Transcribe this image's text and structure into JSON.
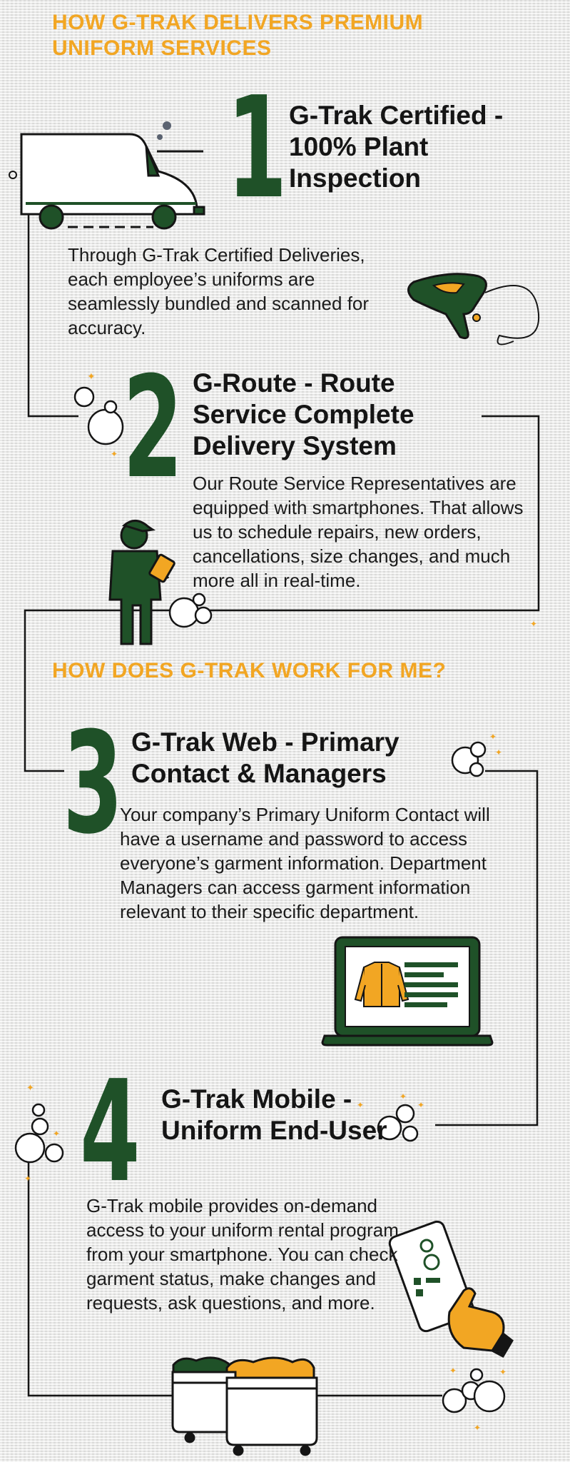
{
  "heading_main": "HOW G-TRAK DELIVERS PREMIUM UNIFORM SERVICES",
  "heading_work": "HOW DOES G-TRAK WORK FOR ME?",
  "steps": [
    {
      "number": "1",
      "title": "G-Trak Certified - 100% Plant Inspection",
      "body": "Through G-Trak Certified Deliveries, each employee’s uniforms are seamlessly bundled and scanned for accuracy."
    },
    {
      "number": "2",
      "title": "G-Route - Route Service Complete Delivery System",
      "body": "Our Route Service Representatives are equipped with smartphones. That allows us to schedule repairs, new orders, cancellations, size changes, and much more all in real-time."
    },
    {
      "number": "3",
      "title": "G-Trak Web - Primary Contact & Managers",
      "body": "Your company’s Primary Uniform Contact will have a username and password to access everyone’s garment information. Department Managers can access garment information relevant to their specific department."
    },
    {
      "number": "4",
      "title": "G-Trak Mobile - Uniform End-User",
      "body": "G-Trak mobile provides on-demand access to your uniform rental program from your smartphone. You can check garment status, make changes and requests, ask questions, and more."
    }
  ],
  "colors": {
    "heading": "#f2a623",
    "number": "#1f5128",
    "accent_green": "#1f5128",
    "text": "#151515"
  },
  "icons": [
    "delivery-van-icon",
    "barcode-scanner-icon",
    "route-driver-icon",
    "laptop-shirt-icon",
    "smartphone-tap-icon",
    "laundry-carts-icon",
    "bubbles-icon"
  ]
}
